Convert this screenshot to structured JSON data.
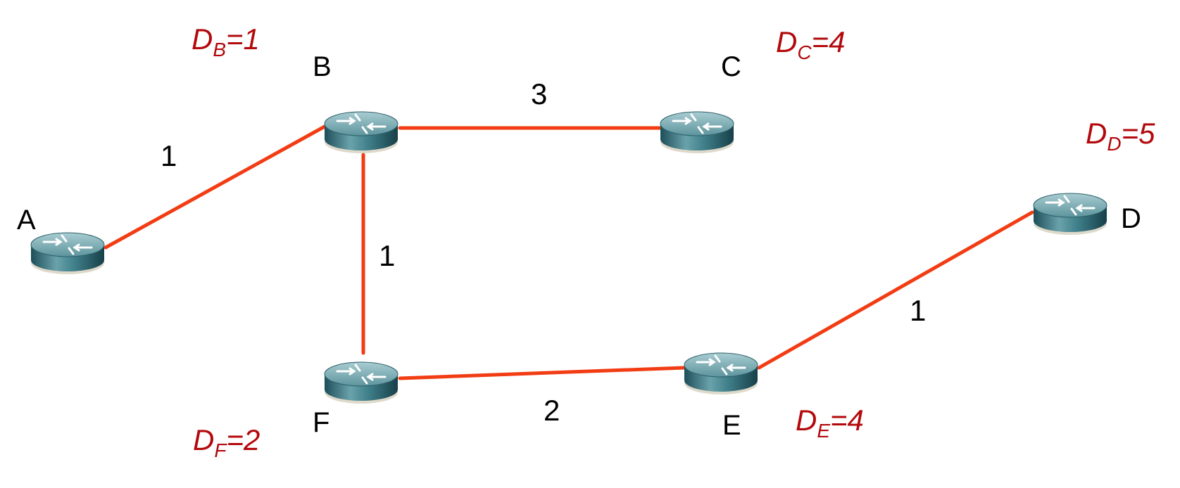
{
  "colors": {
    "link": "#f23c13",
    "distance_label": "#b3090c",
    "router_body": "#2f6f7c",
    "router_top": "#7fb0b8"
  },
  "nodes": [
    {
      "id": "A",
      "label": "A",
      "icon": "router-icon"
    },
    {
      "id": "B",
      "label": "B",
      "icon": "router-icon"
    },
    {
      "id": "C",
      "label": "C",
      "icon": "router-icon"
    },
    {
      "id": "D",
      "label": "D",
      "icon": "router-icon"
    },
    {
      "id": "E",
      "label": "E",
      "icon": "router-icon"
    },
    {
      "id": "F",
      "label": "F",
      "icon": "router-icon"
    }
  ],
  "edges": [
    {
      "from": "A",
      "to": "B",
      "weight": "1"
    },
    {
      "from": "B",
      "to": "C",
      "weight": "3"
    },
    {
      "from": "B",
      "to": "F",
      "weight": "1"
    },
    {
      "from": "F",
      "to": "E",
      "weight": "2"
    },
    {
      "from": "E",
      "to": "D",
      "weight": "1"
    }
  ],
  "distances": {
    "B": {
      "var": "D",
      "sub": "B",
      "value": "=1"
    },
    "C": {
      "var": "D",
      "sub": "C",
      "value": "=4"
    },
    "D": {
      "var": "D",
      "sub": "D",
      "value": "=5"
    },
    "E": {
      "var": "D",
      "sub": "E",
      "value": "=4"
    },
    "F": {
      "var": "D",
      "sub": "F",
      "value": "=2"
    }
  }
}
